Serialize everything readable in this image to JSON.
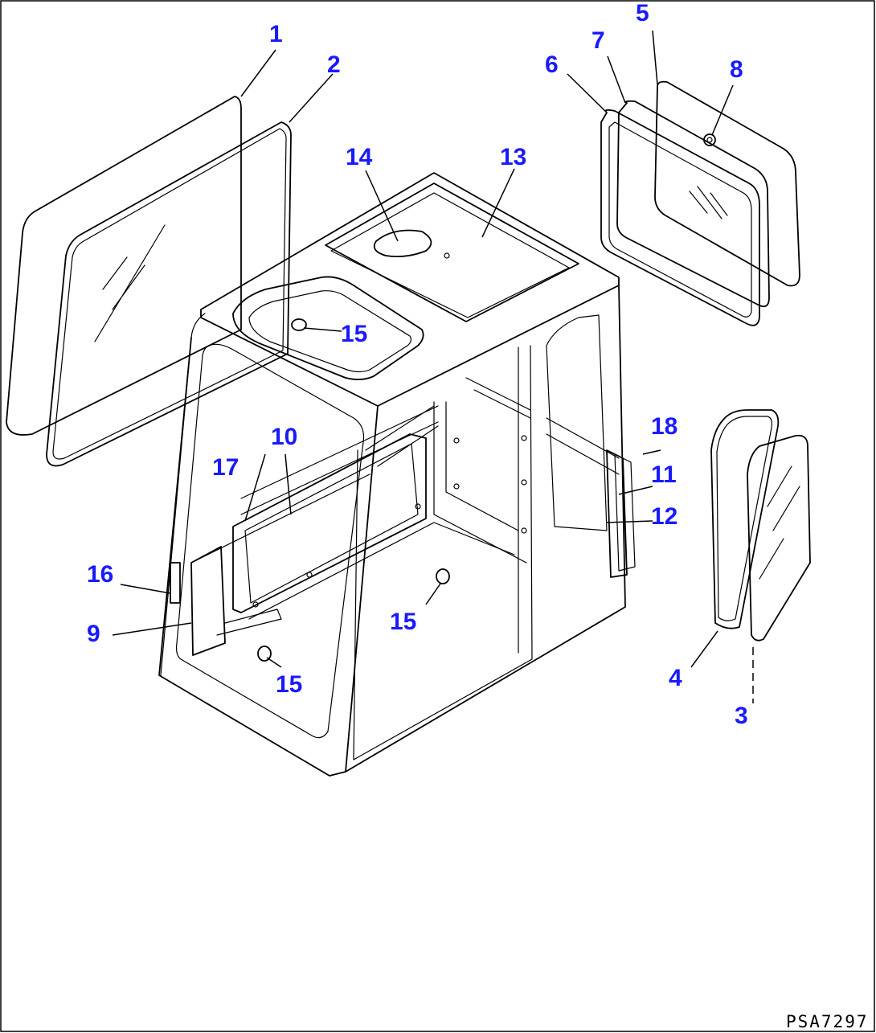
{
  "drawing_code": "PSA7297",
  "callouts": {
    "c1": "1",
    "c2": "2",
    "c3": "3",
    "c4": "4",
    "c5": "5",
    "c6": "6",
    "c7": "7",
    "c8": "8",
    "c9": "9",
    "c10": "10",
    "c11": "11",
    "c12": "12",
    "c13": "13",
    "c14": "14",
    "c15a": "15",
    "c15b": "15",
    "c15c": "15",
    "c16": "16",
    "c17": "17",
    "c18": "18"
  },
  "colors": {
    "callout": "#1a1aff",
    "line": "#000000",
    "background": "#ffffff"
  }
}
